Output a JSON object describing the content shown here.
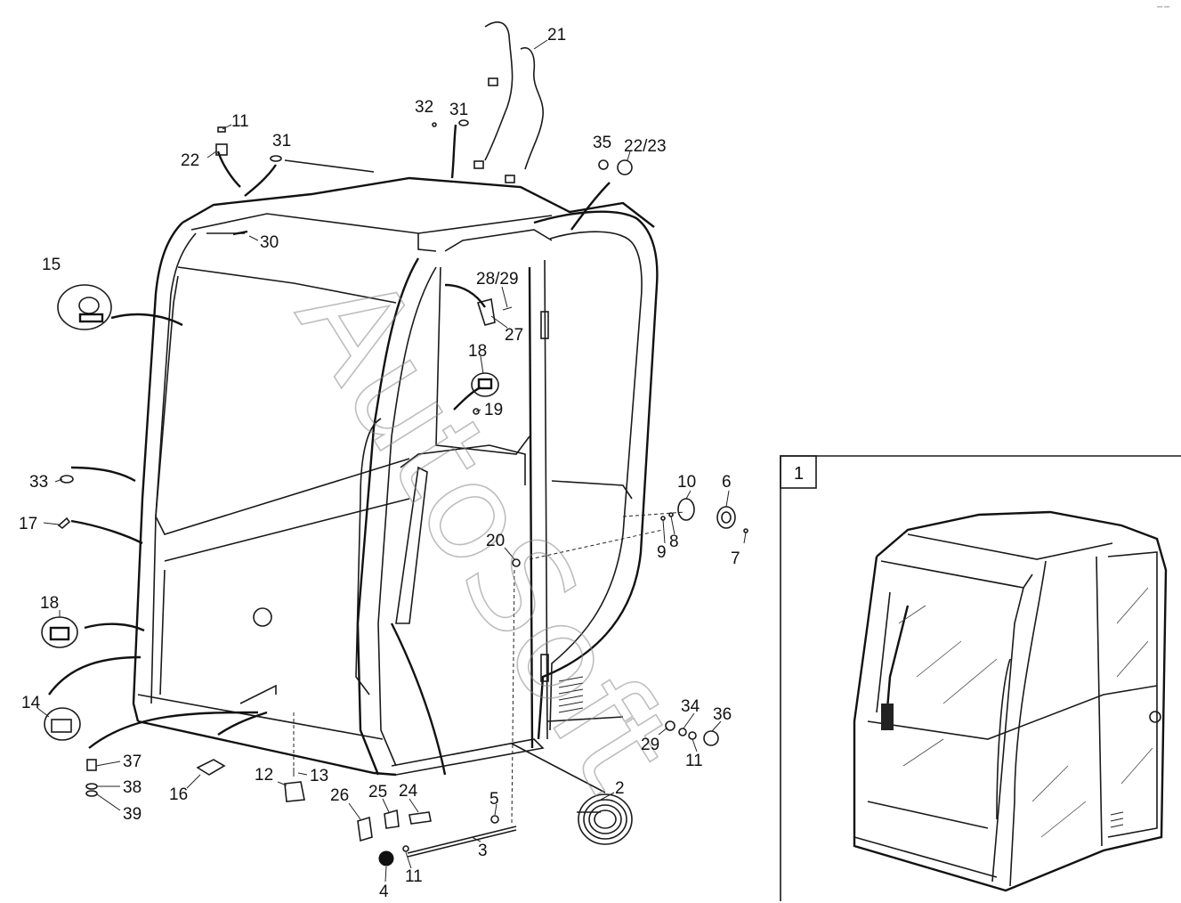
{
  "watermark": "AutoSoft",
  "corner_mark": "••• •••",
  "inset": {
    "number": "1"
  },
  "callouts": [
    {
      "id": "c21",
      "text": "21"
    },
    {
      "id": "c32",
      "text": "32"
    },
    {
      "id": "c31a",
      "text": "31"
    },
    {
      "id": "c11a",
      "text": "11"
    },
    {
      "id": "c22",
      "text": "22"
    },
    {
      "id": "c31b",
      "text": "31"
    },
    {
      "id": "c35",
      "text": "35"
    },
    {
      "id": "c2223",
      "text": "22/23"
    },
    {
      "id": "c30",
      "text": "30"
    },
    {
      "id": "c15",
      "text": "15"
    },
    {
      "id": "c2829",
      "text": "28/29"
    },
    {
      "id": "c27",
      "text": "27"
    },
    {
      "id": "c18a",
      "text": "18"
    },
    {
      "id": "c19",
      "text": "19"
    },
    {
      "id": "c33",
      "text": "33"
    },
    {
      "id": "c10",
      "text": "10"
    },
    {
      "id": "c6",
      "text": "6"
    },
    {
      "id": "c17",
      "text": "17"
    },
    {
      "id": "c20",
      "text": "20"
    },
    {
      "id": "c8",
      "text": "8"
    },
    {
      "id": "c9",
      "text": "9"
    },
    {
      "id": "c7",
      "text": "7"
    },
    {
      "id": "c18b",
      "text": "18"
    },
    {
      "id": "c14",
      "text": "14"
    },
    {
      "id": "c34",
      "text": "34"
    },
    {
      "id": "c36",
      "text": "36"
    },
    {
      "id": "c29",
      "text": "29"
    },
    {
      "id": "c11b",
      "text": "11"
    },
    {
      "id": "c37",
      "text": "37"
    },
    {
      "id": "c12",
      "text": "12"
    },
    {
      "id": "c13",
      "text": "13"
    },
    {
      "id": "c38",
      "text": "38"
    },
    {
      "id": "c16",
      "text": "16"
    },
    {
      "id": "c39",
      "text": "39"
    },
    {
      "id": "c2",
      "text": "2"
    },
    {
      "id": "c26",
      "text": "26"
    },
    {
      "id": "c25",
      "text": "25"
    },
    {
      "id": "c24",
      "text": "24"
    },
    {
      "id": "c5",
      "text": "5"
    },
    {
      "id": "c3",
      "text": "3"
    },
    {
      "id": "c4",
      "text": "4"
    },
    {
      "id": "c11c",
      "text": "11"
    }
  ]
}
